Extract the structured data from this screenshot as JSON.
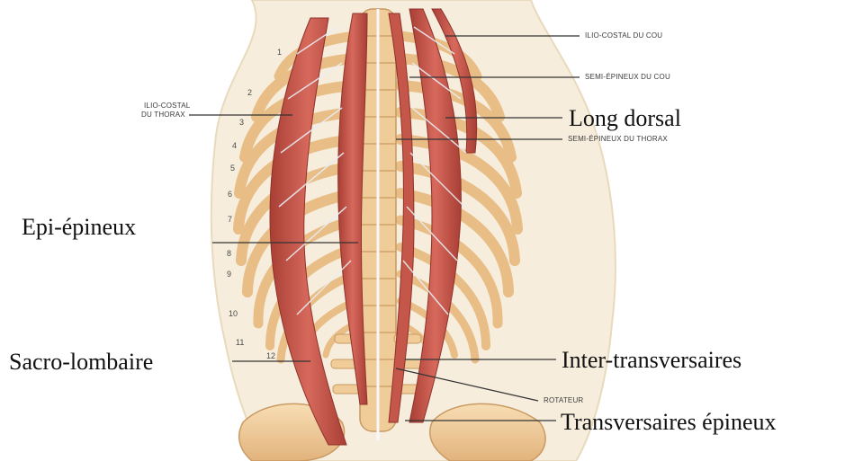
{
  "labels_small": {
    "ilio_costal_cou": "ILIO-COSTAL DU COU",
    "semi_epineux_cou": "SEMI-ÉPINEUX DU COU",
    "ilio_costal_thorax_line1": "ILIO-COSTAL",
    "ilio_costal_thorax_line2": "DU THORAX",
    "semi_epineux_thorax": "SEMI-ÉPINEUX DU THORAX",
    "rotateur": "ROTATEUR"
  },
  "labels_large": {
    "long_dorsal": "Long dorsal",
    "epi_epineux": "Epi-épineux",
    "sacro_lombaire": "Sacro-lombaire",
    "inter_transversaires": "Inter-transversaires",
    "transversaires_epineux": "Transversaires épineux"
  },
  "rib_numbers": [
    "1",
    "2",
    "3",
    "4",
    "5",
    "6",
    "7",
    "8",
    "9",
    "10",
    "11",
    "12"
  ],
  "colors": {
    "bone": "#f3d2a2",
    "bone_shadow": "#d9a870",
    "muscle": "#c9544a",
    "muscle_dark": "#9e3a32",
    "skin": "#f4ead8",
    "tendon": "#e9eef4"
  }
}
